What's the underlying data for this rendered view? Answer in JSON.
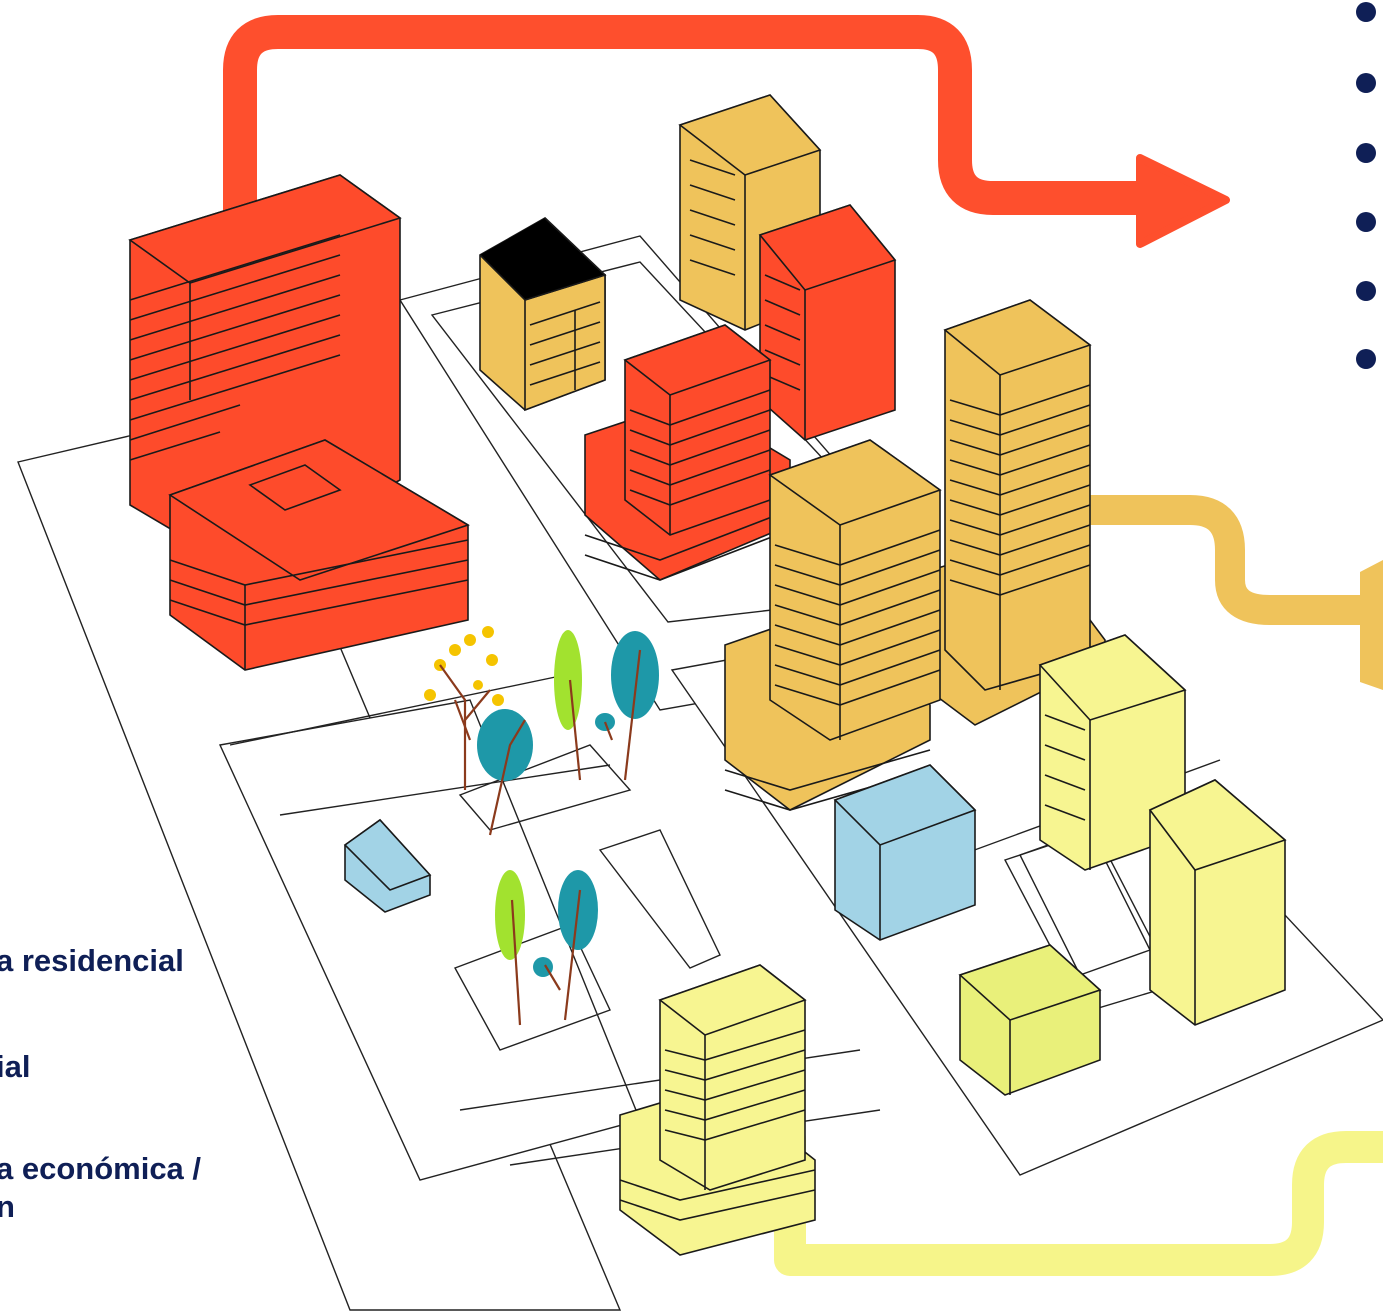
{
  "legend": {
    "line1": "a residencial",
    "line2": "ial",
    "line3": "a económica /",
    "line4": "n"
  },
  "colors": {
    "red": "#fe4b2b",
    "orange": "#efc35b",
    "yellow": "#f7f591",
    "blue": "#a2d3e6",
    "tree_green": "#a2e22f",
    "tree_teal": "#1e98a8",
    "tree_yellow": "#f5c400",
    "navy_text": "#0f1f56",
    "arrow_red": "#fe4f2d",
    "arrow_orange": "#efc35b",
    "arrow_yellow": "#f6f58a"
  },
  "bullet_list": {
    "count": 6
  }
}
